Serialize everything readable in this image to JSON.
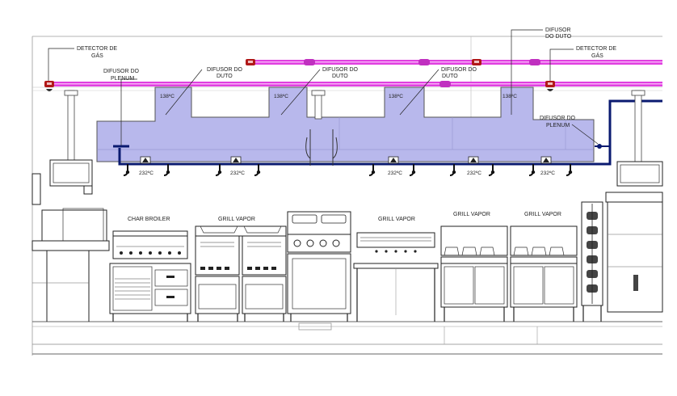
{
  "labels": {
    "detector_left": [
      "DETECTOR DE",
      "GÁS"
    ],
    "detector_right": [
      "DETECTOR DE",
      "GÁS"
    ],
    "difusor_plenum_left": [
      "DIFUSOR DO",
      "PLENUM"
    ],
    "difusor_plenum_right": [
      "DIFUSOR DO",
      "PLENUM"
    ],
    "difusor_duto_1": [
      "DIFUSOR DO",
      "DUTO"
    ],
    "difusor_duto_2": [
      "DIFUSOR DO",
      "DUTO"
    ],
    "difusor_duto_3": [
      "DIFUSOR DO",
      "DUTO"
    ],
    "difusor_duto_top": [
      "DIFUSOR",
      "DO DUTO"
    ]
  },
  "duct_temps": [
    "138ºC",
    "138ºC",
    "138ºC",
    "138ºC"
  ],
  "nozzle_temps": [
    "232ºC",
    "232ºC",
    "232ºC",
    "232ºC",
    "232ºC"
  ],
  "equipment": {
    "char_broiler": "CHAR BROILER",
    "grill_vapor_1": "GRILL VAPOR",
    "grill_vapor_2": "GRILL VAPOR",
    "grill_vapor_3": "GRILL VAPOR",
    "grill_vapor_4": "GRILL VAPOR"
  },
  "colors": {
    "pipe_magenta": "#e040e0",
    "hood_fill": "#b8b8ec",
    "pipe_navy": "#0a1a70",
    "detector_red": "#b01818"
  }
}
